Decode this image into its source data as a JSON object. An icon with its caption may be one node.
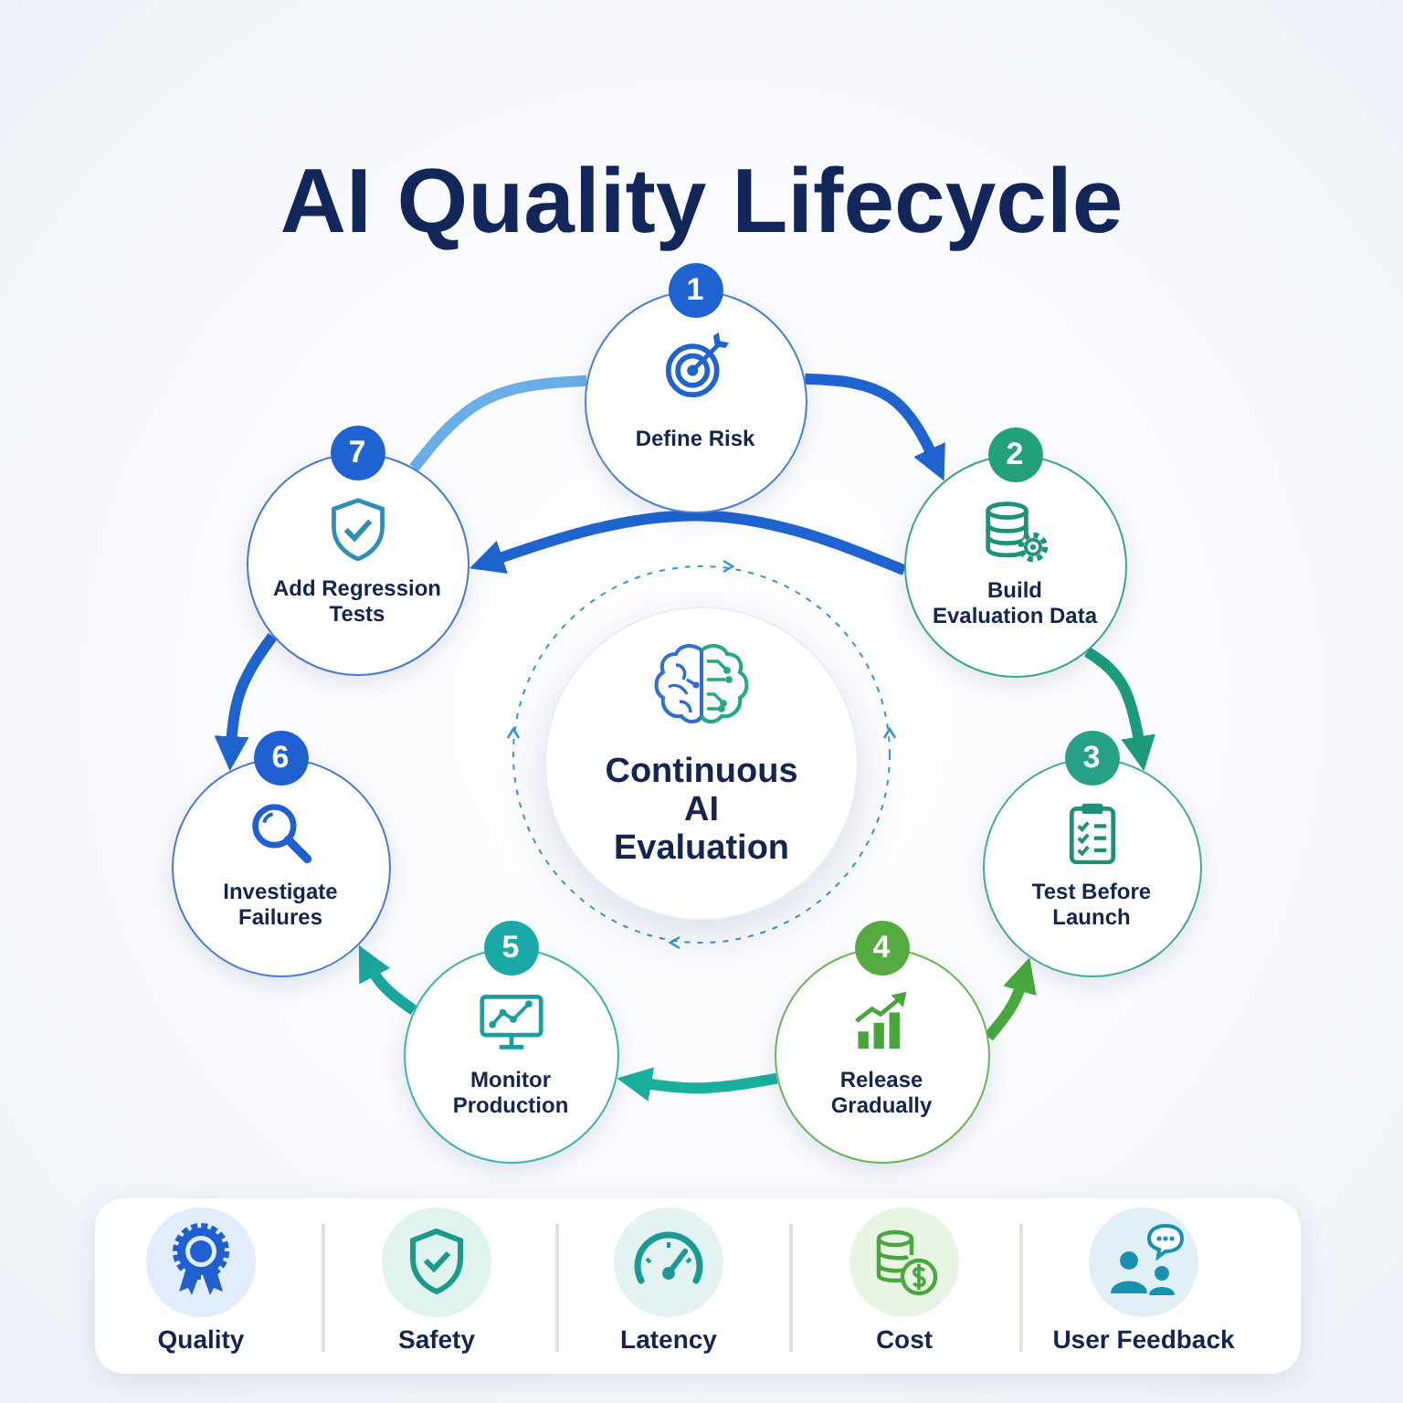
{
  "diagram": {
    "title": "AI Quality Lifecycle",
    "nodes": [
      {
        "text": [
          "1",
          "Define Risk"
        ]
      },
      {
        "text": [
          "2",
          "Build Evaluation Data"
        ]
      },
      {
        "text": [
          "3",
          "Test Before Launch"
        ]
      },
      {
        "text": [
          "4",
          "Release Gradually"
        ]
      },
      {
        "text": [
          "5",
          "Monitor Production"
        ]
      },
      {
        "text": [
          "6",
          "Investigate Failures"
        ]
      },
      {
        "text": [
          "7",
          "Add Regression Tests"
        ]
      },
      {
        "text": [
          "Continuous AI Evaluation"
        ]
      }
    ],
    "edges": [
      {
        "from": 0,
        "to": 1,
        "arrow": "to"
      },
      {
        "from": 1,
        "to": 2,
        "arrow": "to",
        "color": "#1c9a7c"
      },
      {
        "from": 3,
        "to": 2,
        "arrow": "to",
        "color": "#46a83f"
      },
      {
        "from": 3,
        "to": 4,
        "arrow": "to",
        "color": "#1aae9c"
      },
      {
        "from": 4,
        "to": 5,
        "arrow": "to",
        "color": "#1aa69f"
      },
      {
        "from": 6,
        "to": 5,
        "arrow": "to"
      },
      {
        "from": 1,
        "to": 6,
        "arrow": "to"
      },
      {
        "from": 6,
        "to": 0,
        "arrow": "none",
        "color": "#6aaee8"
      }
    ],
    "labels": [
      "Quality",
      "Safety",
      "Latency",
      "Cost",
      "User Feedback"
    ]
  }
}
